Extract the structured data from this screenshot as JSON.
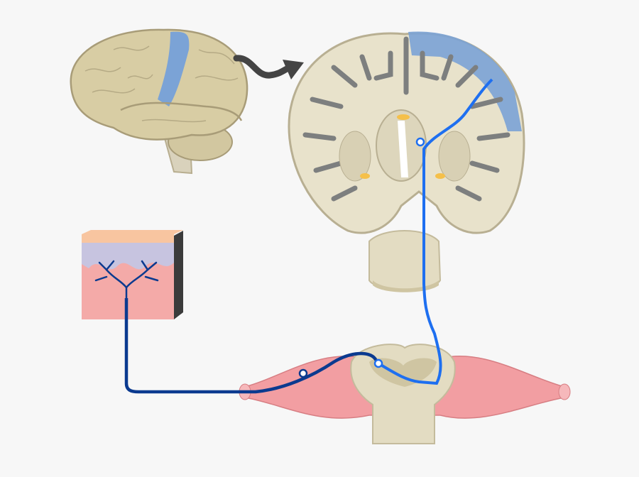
{
  "diagram": {
    "colors": {
      "background": "#f7f7f7",
      "brain_tissue": "#d8cda4",
      "brain_outline": "#a89c78",
      "section_tissue": "#e8e2cb",
      "sulci": "#7d7f7f",
      "cortex_highlight": "#7ba3d6",
      "arrow": "#444444",
      "skin_dermis": "#f4aaa8",
      "skin_epidermis": "#c7c4e0",
      "skin_surface": "#f8c5a0",
      "nerve": "#f29ea2",
      "spinal_cord": "#e3dcc2",
      "grey_matter": "#cfc5a2",
      "afferent_pathway": "#0b3a8f",
      "ascending_pathway": "#1e6ff0"
    },
    "icons": [
      "lateral-brain",
      "arrow",
      "coronal-brain-section",
      "medulla-section",
      "skin-block",
      "spinal-cord-section"
    ]
  }
}
